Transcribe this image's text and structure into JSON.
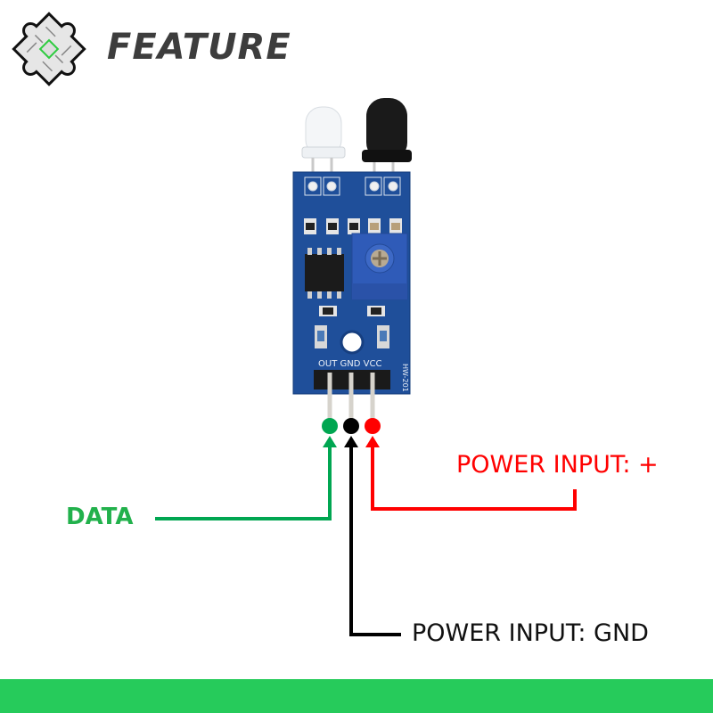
{
  "header": {
    "logo_icon": "puzzle-chip-icon",
    "title": "FEATURE"
  },
  "module": {
    "name": "IR obstacle avoidance sensor module",
    "board_label": "HW-201",
    "pin_labels": [
      "OUT",
      "GND",
      "VCC"
    ],
    "components": [
      "ir-emitter-led",
      "ir-receiver",
      "potentiometer",
      "comparator-ic",
      "indicator-leds"
    ]
  },
  "pins": [
    {
      "id": "out",
      "label": "DATA",
      "color": "#22b14c"
    },
    {
      "id": "gnd",
      "label": "POWER INPUT: GND",
      "color": "#000000"
    },
    {
      "id": "vcc",
      "label": "POWER INPUT: +",
      "color": "#ff0000"
    }
  ],
  "footer": {
    "bar_color": "#26cb5b"
  }
}
